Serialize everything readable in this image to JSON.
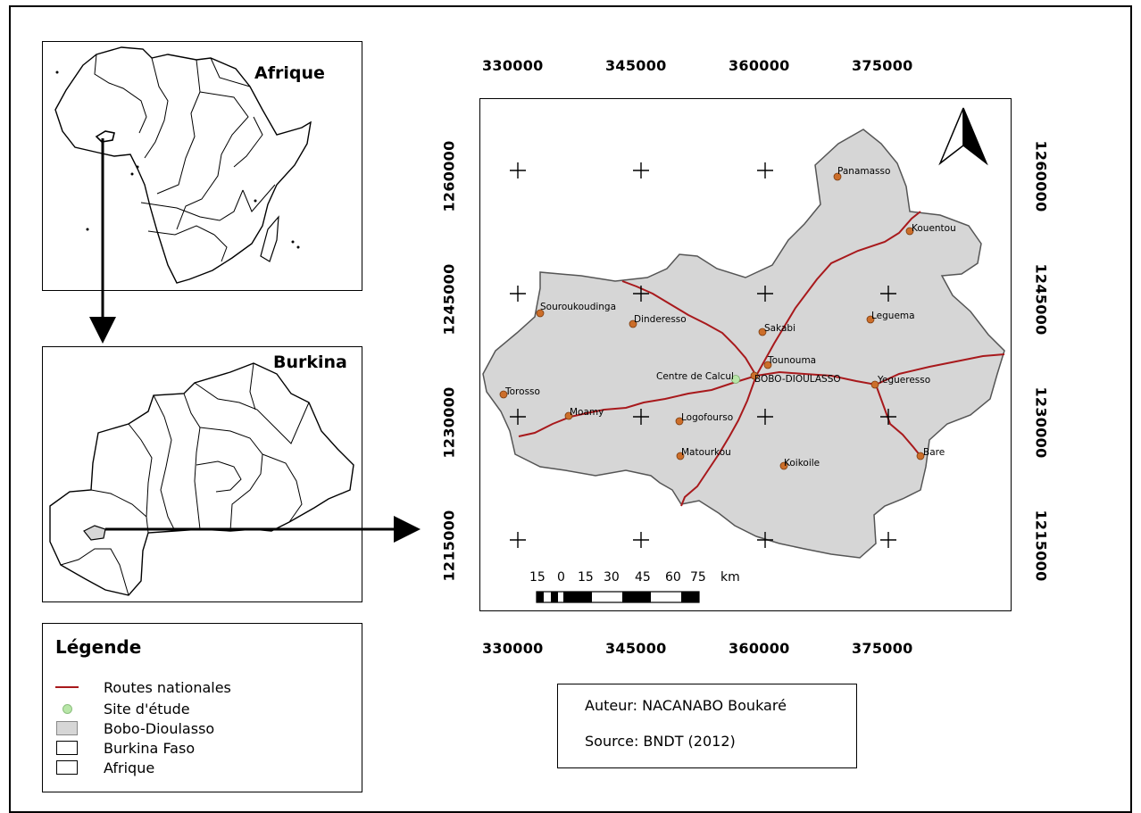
{
  "inset_africa": {
    "title": "Afrique"
  },
  "inset_burkina": {
    "title": "Burkina"
  },
  "map": {
    "x_coords": [
      "330000",
      "345000",
      "360000",
      "375000"
    ],
    "y_coords": [
      "1260000",
      "1245000",
      "1230000",
      "1215000"
    ],
    "colors": {
      "region_fill": "#d6d6d6",
      "road": "#a8191c",
      "locality": "#cc6e2a",
      "site": "#b8e6a8"
    },
    "localities": [
      "Panamasso",
      "Kouentou",
      "Souroukoudinga",
      "Dinderesso",
      "Sakabi",
      "Leguema",
      "Tounouma",
      "BOBO-DIOULASSO",
      "Yegueresso",
      "Torosso",
      "Moamy",
      "Logofourso",
      "Matourkou",
      "Koikoile",
      "Bare"
    ],
    "study_site_label": "Centre de Calcul",
    "scale": {
      "ticks": [
        "15",
        "0",
        "15",
        "30",
        "45",
        "60",
        "75"
      ],
      "unit": "km"
    },
    "north_arrow_icon": "north-arrow-icon"
  },
  "legend": {
    "title": "Légende",
    "items": [
      {
        "label": "Routes nationales",
        "icon": "road-line-icon"
      },
      {
        "label": "Site d'étude",
        "icon": "green-dot-icon"
      },
      {
        "label": "Bobo-Dioulasso",
        "icon": "grey-fill-icon"
      },
      {
        "label": "Burkina Faso",
        "icon": "white-box-icon"
      },
      {
        "label": "Afrique",
        "icon": "white-box-icon"
      }
    ]
  },
  "credits": {
    "author": "Auteur: NACANABO Boukaré",
    "source": "Source: BNDT (2012)"
  }
}
